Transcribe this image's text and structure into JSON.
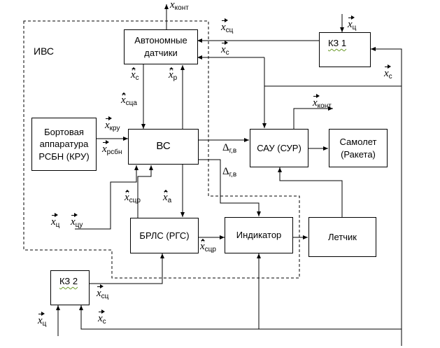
{
  "region": {
    "label": "ИВС"
  },
  "blocks": {
    "autonomous_sensors": "Автономные\nдатчики",
    "ks1": "КЗ 1",
    "onboard_rsbn": "Бортовая\nаппаратура\nРСБН (КРУ)",
    "vs": "ВС",
    "sau": "САУ (СУР)",
    "aircraft": "Самолет\n(Ракета)",
    "brls": "БРЛС (РГС)",
    "indicator": "Индикатор",
    "pilot": "Летчик",
    "ks2": "КЗ 2"
  },
  "signals": {
    "x_kont_top": {
      "sym": "x",
      "sub": "конт"
    },
    "x_sc_top": {
      "sym": "x",
      "sub": "сц"
    },
    "x_c_top": {
      "sym": "x",
      "sub": "с"
    },
    "x_ts_ks1": {
      "sym": "x",
      "sub": "ц"
    },
    "x_c_right": {
      "sym": "x",
      "sub": "с"
    },
    "xh_c": {
      "sym": "x",
      "sub": "с"
    },
    "xh_p": {
      "sym": "x",
      "sub": "р"
    },
    "xh_sca": {
      "sym": "x",
      "sub": "сца"
    },
    "x_kru": {
      "sym": "x",
      "sub": "кру"
    },
    "x_rsbn": {
      "sym": "x",
      "sub": "рсбн"
    },
    "x_kont_sau": {
      "sym": "x",
      "sub": "конт"
    },
    "xh_scr": {
      "sym": "x",
      "sub": "сцр"
    },
    "xh_a": {
      "sym": "x",
      "sub": "а"
    },
    "x_ts_left": {
      "sym": "x",
      "sub": "ц"
    },
    "x_tsu": {
      "sym": "x",
      "sub": "цу"
    },
    "xh_scr_b": {
      "sym": "x",
      "sub": "сцр"
    },
    "x_sc_ks2": {
      "sym": "x",
      "sub": "сц"
    },
    "x_ts_bottom": {
      "sym": "x",
      "sub": "ц"
    },
    "x_c_bottom": {
      "sym": "x",
      "sub": "с"
    }
  },
  "deltas": {
    "d1": {
      "sym": "Δ",
      "sub": "г,в"
    },
    "d2": {
      "sym": "Δ",
      "sub": "г,в"
    }
  }
}
